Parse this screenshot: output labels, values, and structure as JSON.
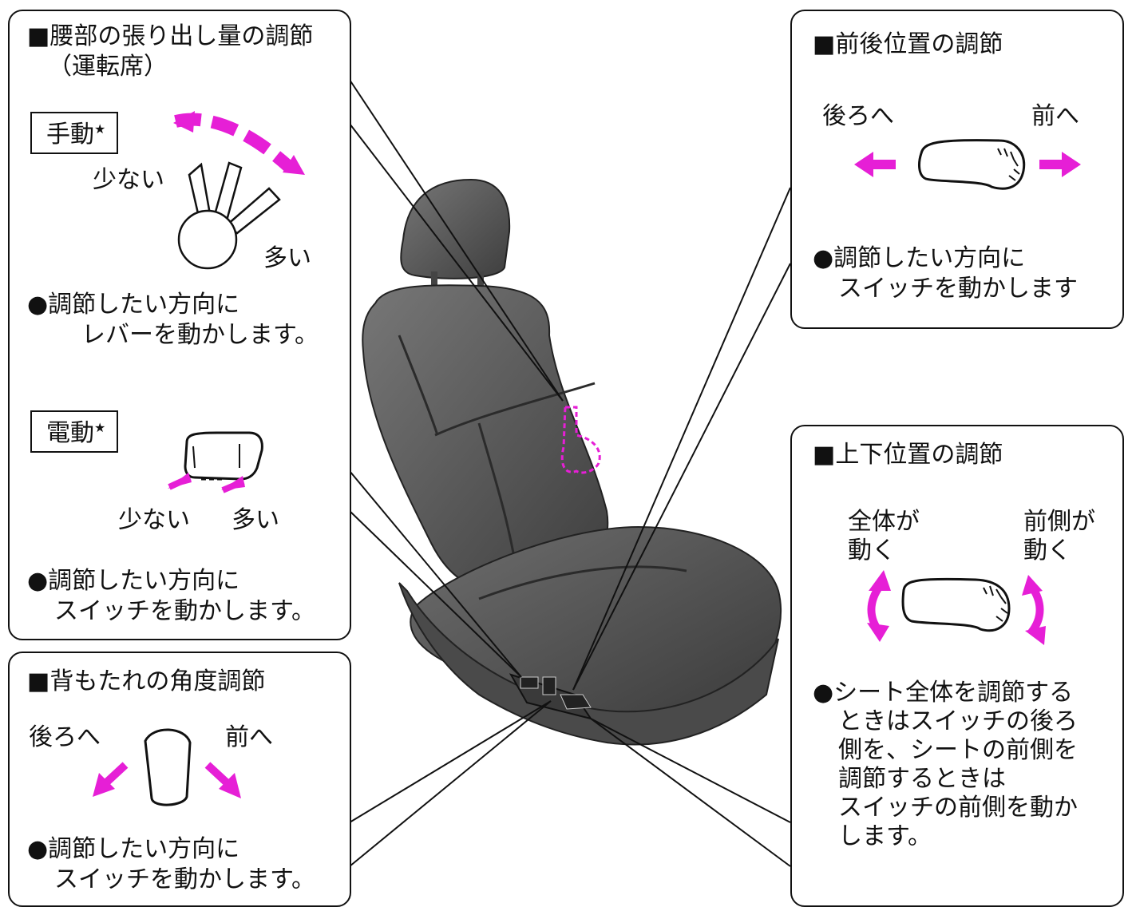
{
  "lumbar": {
    "title": "■腰部の張り出し量の調節",
    "subtitle": "（運転席）",
    "manual": {
      "label": "手動",
      "mark": "★",
      "less": "少ない",
      "more": "多い",
      "bullet_line1": "●調節したい方向に",
      "bullet_line2": "レバーを動かします。"
    },
    "power": {
      "label": "電動",
      "mark": "★",
      "less": "少ない",
      "more": "多い",
      "bullet_line1": "●調節したい方向に",
      "bullet_line2": "スイッチを動かします。"
    }
  },
  "recline": {
    "title": "■背もたれの角度調節",
    "back": "後ろへ",
    "forward": "前へ",
    "bullet_line1": "●調節したい方向に",
    "bullet_line2": "スイッチを動かします。"
  },
  "slide": {
    "title": "■前後位置の調節",
    "back": "後ろへ",
    "forward": "前へ",
    "bullet_line1": "●調節したい方向に",
    "bullet_line2": "スイッチを動かします"
  },
  "height": {
    "title": "■上下位置の調節",
    "whole": "全体が\n動く",
    "front": "前側が\n動く",
    "bullet_lines": [
      "●シート全体を調節する",
      "ときはスイッチの後ろ",
      "側を、シートの前側を",
      "調節するときは",
      "スイッチの前側を動か",
      "します。"
    ]
  },
  "colors": {
    "accent": "#e61fd6",
    "seat": "#5a5a5a",
    "line": "#111111"
  }
}
